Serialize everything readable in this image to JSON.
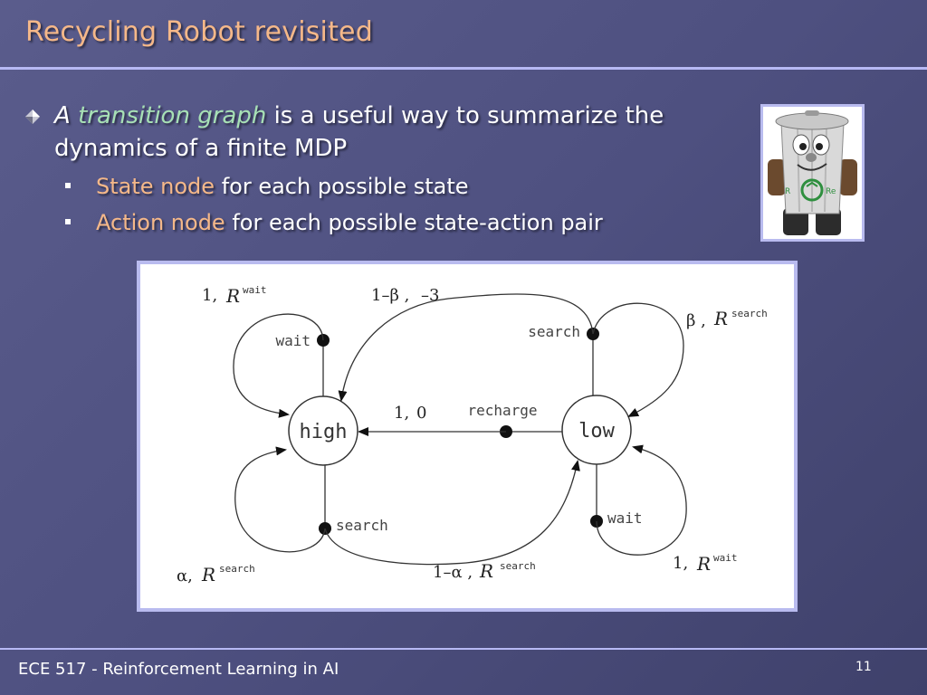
{
  "title": "Recycling Robot revisited",
  "bullet_main": {
    "prefix": "A",
    "term": "transition graph",
    "rest": "is a useful way to summarize the dynamics of a finite MDP"
  },
  "sub_bullets": [
    {
      "term": "State node",
      "rest": "for each possible state"
    },
    {
      "term": "Action node",
      "rest": "for each possible state-action pair"
    }
  ],
  "robot_image": {
    "visible_text_left": "R",
    "visible_text_right": "Re"
  },
  "diagram": {
    "states": {
      "high": "high",
      "low": "low"
    },
    "actions": {
      "wait_high": "wait",
      "search_high": "search",
      "search_low": "search",
      "recharge_low": "recharge",
      "wait_low": "wait"
    },
    "labels": {
      "wait_high": {
        "prob": "1,",
        "reward_sup": "wait"
      },
      "search_low_to_high": {
        "prob": "1–β ,",
        "reward": "–3"
      },
      "search_low_to_low": {
        "prob": "β ,",
        "reward_sup": "search"
      },
      "recharge": {
        "prob": "1,",
        "reward": "0"
      },
      "search_high_to_high": {
        "prob": "α,",
        "reward_sup": "search"
      },
      "search_high_to_low": {
        "prob": "1–α ,",
        "reward_sup": "search"
      },
      "wait_low": {
        "prob": "1,",
        "reward_sup": "wait"
      },
      "reward_symbol": "R"
    }
  },
  "footer": "ECE 517 - Reinforcement Learning in AI",
  "page_number": "11",
  "colors": {
    "title": "#f5b889",
    "accent_green": "#a7e0b5",
    "rule": "#b7b9f4"
  }
}
